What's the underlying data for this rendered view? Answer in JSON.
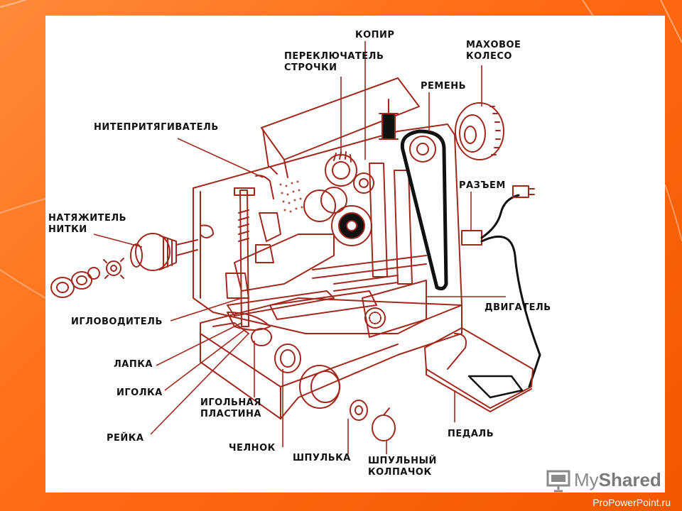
{
  "labels": {
    "kopir": "КОПИР",
    "switch": "ПЕРЕКЛЮЧАТЕЛЬ\nСТРОЧКИ",
    "flywheel": "МАХОВОЕ\nКОЛЕСО",
    "belt": "РЕМЕНЬ",
    "take_up": "НИТЕПРИТЯГИВАТЕЛЬ",
    "connector": "РАЗЪЕМ",
    "tensioner": "НАТЯЖИТЕЛЬ\nНИТКИ",
    "motor": "ДВИГАТЕЛЬ",
    "needle_bar": "ИГЛОВОДИТЕЛЬ",
    "presser_foot": "ЛАПКА",
    "needle": "ИГОЛКА",
    "needle_plate": "ИГОЛЬНАЯ\nПЛАСТИНА",
    "feed_dog": "РЕЙКА",
    "shuttle": "ЧЕЛНОК",
    "bobbin": "ШПУЛЬКА",
    "bobbin_case": "ШПУЛЬНЫЙ\nКОЛПАЧОК",
    "pedal": "ПЕДАЛЬ"
  },
  "branding": {
    "logo_my": "My",
    "logo_shared": "Shared",
    "footer": "ProPowerPoint.ru"
  },
  "colors": {
    "leader": "#a0281c",
    "ink": "#111111",
    "background": "#ff6a12"
  }
}
